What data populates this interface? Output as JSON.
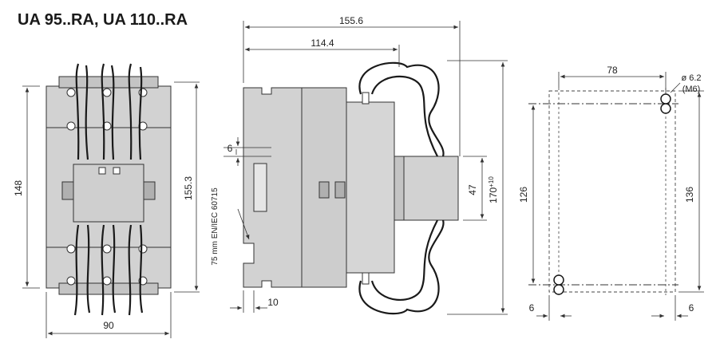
{
  "title": "UA 95..RA, UA 110..RA",
  "front_view": {
    "height_body": "148",
    "height_total": "155.3",
    "width": "90"
  },
  "side_view": {
    "length_total": "155.6",
    "length_body": "114.4",
    "rail_gap": "6",
    "rail_label": "75 mm EN/IEC 60715",
    "foot": "10",
    "block": "47",
    "height_total": "170",
    "height_tol": "+10"
  },
  "mounting_view": {
    "hole_spacing_h": "78",
    "hole_diameter": "ø 6.2",
    "screw": "(M6)",
    "hole_spacing_v": "126",
    "outer_v": "136",
    "margin_left": "6",
    "margin_right": "6"
  },
  "colors": {
    "body": "#d2d2d2",
    "body_dark": "#b9b9b9",
    "wire": "#1a1a1a",
    "line": "#333333"
  }
}
